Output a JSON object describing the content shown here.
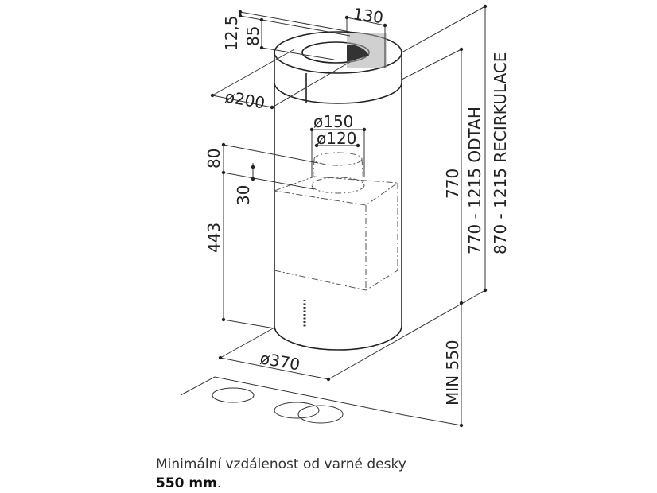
{
  "dimensions": {
    "top_width": "130",
    "top_offset": "12,5",
    "top_ring_height": "85",
    "top_diameter": "ø200",
    "duct_outer_diameter": "ø150",
    "duct_inner_diameter": "ø120",
    "duct_height": "80",
    "duct_offset": "30",
    "body_height": "443",
    "body_diameter": "ø370",
    "height_total": "770",
    "height_ducted": "770 - 1215 ODTAH",
    "height_recirculation": "870 - 1215 RECIRKULACE",
    "min_distance": "MIN 550"
  },
  "caption": {
    "line1": "Minimální vzdálenost od varné desky",
    "value": "550 mm",
    "suffix": "."
  }
}
